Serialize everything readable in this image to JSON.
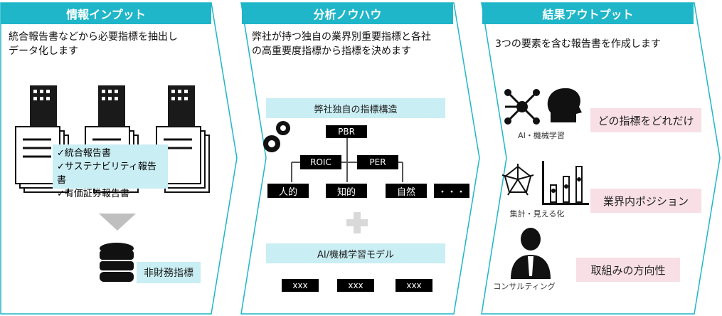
{
  "panels": [
    {
      "title": "情報インプット",
      "description_lines": [
        "統合報告書などから必要指標を抽出し",
        "データ化します"
      ],
      "checklist": [
        "✓統合報告書",
        "✓サステナビリティ報告書",
        "✓有価証券報告書"
      ],
      "output_label": "非財務指標"
    },
    {
      "title": "分析ノウハウ",
      "description_lines": [
        "弊社が持つ独自の業界別重要指標と各社",
        "の高重要度指標から指標を決めます"
      ],
      "structure_label": "弊社独自の指標構造",
      "tree": {
        "root": "PBR",
        "mid": [
          "ROIC",
          "PER"
        ],
        "leaves": [
          "人的",
          "知的",
          "自然",
          "・・・"
        ]
      },
      "model_label": "AI/機械学習モデル",
      "model_boxes": [
        "xxx",
        "xxx",
        "xxx"
      ]
    },
    {
      "title": "結果アウトプット",
      "description": "3つの要素を含む報告書を作成します",
      "rows": [
        {
          "caption": "AI・機械学習",
          "result": "どの指標をどれだけ"
        },
        {
          "caption": "集計・見える化",
          "result": "業界内ポジション"
        },
        {
          "caption": "コンサルティング",
          "result": "取組みの方向性"
        }
      ]
    }
  ],
  "colors": {
    "accent": "#1fb6c9",
    "cyan_label": "#c9eef4",
    "pink_label": "#f8dfe6"
  }
}
